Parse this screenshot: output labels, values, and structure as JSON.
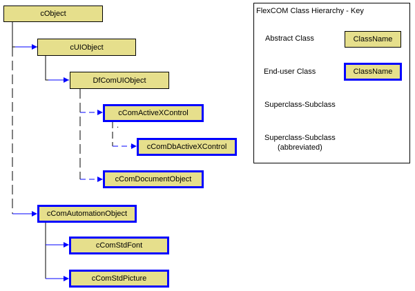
{
  "nodes": {
    "cobject": "cObject",
    "cuiobject": "cUIObject",
    "dfcomuiobject": "DfComUIObject",
    "ccomactivexcontrol": "cComActiveXControl",
    "ccomdbactivexcontrol": "cComDbActiveXControl",
    "ccomdocumentobject": "cComDocumentObject",
    "ccomautomationobject": "cComAutomationObject",
    "ccomstdfont": "cComStdFont",
    "ccomstdpicture": "cComStdPicture"
  },
  "key": {
    "title": "FlexCOM Class Hierarchy - Key",
    "abstract_label": "Abstract Class",
    "abstract_sample": "ClassName",
    "enduser_label": "End-user Class",
    "enduser_sample": "ClassName",
    "solid_label": "Superclass-Subclass",
    "dashed_label_line1": "Superclass-Subclass",
    "dashed_label_line2": "(abbreviated)"
  },
  "marks": {
    "stray_dot": "."
  },
  "colors": {
    "abstract_fill": "#e6df8c",
    "enduser_border": "#0000ff",
    "connector": "#0000ff",
    "trunk": "#000000"
  }
}
